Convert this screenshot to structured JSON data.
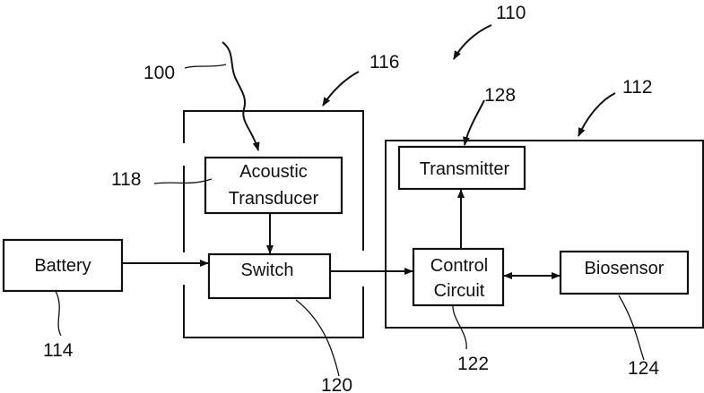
{
  "blocks": {
    "battery": "Battery",
    "acoustic_line1": "Acoustic",
    "acoustic_line2": "Transducer",
    "switch": "Switch",
    "transmitter": "Transmitter",
    "control_line1": "Control",
    "control_line2": "Circuit",
    "biosensor": "Biosensor"
  },
  "refs": {
    "r100": "100",
    "r110": "110",
    "r112": "112",
    "r114": "114",
    "r116": "116",
    "r118": "118",
    "r120": "120",
    "r122": "122",
    "r124": "124",
    "r128": "128"
  }
}
